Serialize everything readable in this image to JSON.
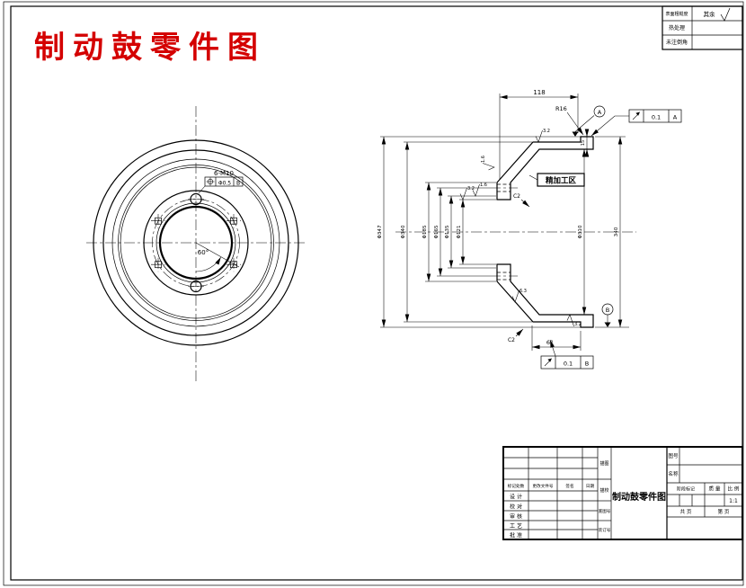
{
  "title": {
    "text": "制动鼓零件图",
    "color": "#d40000"
  },
  "notes": {
    "row1_label": "表面粗糙度",
    "row1_value": "其余",
    "row1_symbol": "roughness-check",
    "row2_label": "热处理",
    "row3_label": "未注倒角"
  },
  "front": {
    "angle": "60°",
    "holes_note": "6-M10",
    "fcf": {
      "symbol": "position",
      "tolerance": "Φ0.5",
      "datum": "B"
    }
  },
  "section": {
    "dim_width": "118",
    "dim_radius": "R16",
    "dim_depth": "15",
    "dim_band": "61",
    "left_dims": [
      "Φ347",
      "Φ340",
      "Φ185",
      "Φ165",
      "Φ135",
      "Φ121"
    ],
    "right_dims": [
      "Φ310",
      "340"
    ],
    "fcf_top": {
      "symbol": "circular-runout",
      "tolerance": "0.1",
      "datum": "A"
    },
    "fcf_bottom": {
      "symbol": "circular-runout",
      "tolerance": "0.1",
      "datum": "B"
    },
    "datum_a": "A",
    "datum_b": "B",
    "zone_label": "精加工区",
    "chamfer_top": "C2",
    "chamfer_bottom": "C2",
    "roughness": {
      "r1": "3.2",
      "r2": "1.6",
      "r3": "3.2",
      "r4": "1.6",
      "r5": "6.3",
      "r6": "3.2"
    }
  },
  "title_block": {
    "name": "制动鼓零件图",
    "header": [
      "标记处数",
      "更改文件号",
      "签名",
      "日期"
    ],
    "rows": [
      "设 计",
      "校 对",
      "审 核",
      "工 艺",
      "批 准"
    ],
    "strip": [
      "描图",
      "描校",
      "底图号",
      "装订号"
    ],
    "no_label": "图号",
    "name_label": "名称",
    "stage_label": "阶段标记",
    "mass_label": "质 量",
    "scale_label": "比 例",
    "scale_value": "1:1",
    "sheets_total": "共 页",
    "sheet_index": "第 页"
  }
}
